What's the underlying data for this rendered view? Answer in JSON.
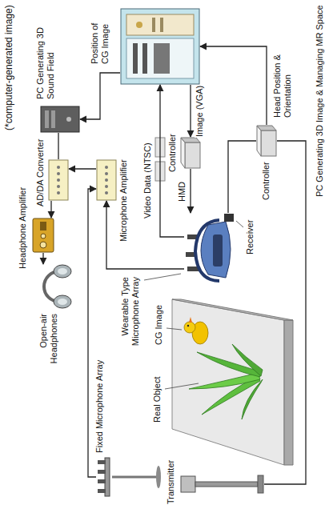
{
  "diagram": {
    "nodes": [
      {
        "text": [
          "Open-air Headphones"
        ]
      },
      {
        "text": [
          "Headphone Amplifier"
        ]
      },
      {
        "text": [
          "Microphone Amplifier"
        ]
      },
      {
        "text": [
          "AD/DA Converter"
        ]
      },
      {
        "text": [
          "PC Generating 3D Sound Field"
        ]
      },
      {
        "text": [
          "PC Generating 3D Image & Managing MR Space"
        ]
      },
      {
        "text": [
          "Controller"
        ]
      },
      {
        "text": [
          "Wearable Type Microphone Array"
        ]
      },
      {
        "text": [
          "Controller"
        ]
      },
      {
        "text": [
          "Transmitter"
        ]
      },
      {
        "text": [
          "Fixed Microphone Array"
        ]
      }
    ],
    "edges": [
      {
        "from": 1,
        "to": 0,
        "arrow": "to"
      },
      {
        "from": 3,
        "to": 1,
        "arrow": "to"
      },
      {
        "from": 2,
        "to": 3,
        "arrow": "to"
      },
      {
        "from": 7,
        "to": 2,
        "arrow": "to"
      },
      {
        "from": 10,
        "to": 2,
        "arrow": "to"
      },
      {
        "from": 3,
        "to": 4,
        "arrow": "none"
      },
      {
        "from": 5,
        "to": 4,
        "label": "Position of CG Image",
        "arrow": "to"
      },
      {
        "from": 7,
        "to": 5,
        "label": "Video Data (NTSC)",
        "arrow": "to"
      },
      {
        "from": 5,
        "to": 6,
        "label": "Image (VGA)",
        "arrow": "to"
      },
      {
        "from": 6,
        "to": 7,
        "label": "HMD",
        "arrow": "to"
      },
      {
        "from": 7,
        "to": 8,
        "arrow": "none"
      },
      {
        "from": 9,
        "to": 8,
        "arrow": "none"
      },
      {
        "from": 8,
        "to": 5,
        "label": "Head Position & Orientation",
        "arrow": "to"
      }
    ],
    "labels": [
      "(*computer-generated image)",
      "Receiver",
      "Real Object",
      "CG Image"
    ]
  }
}
